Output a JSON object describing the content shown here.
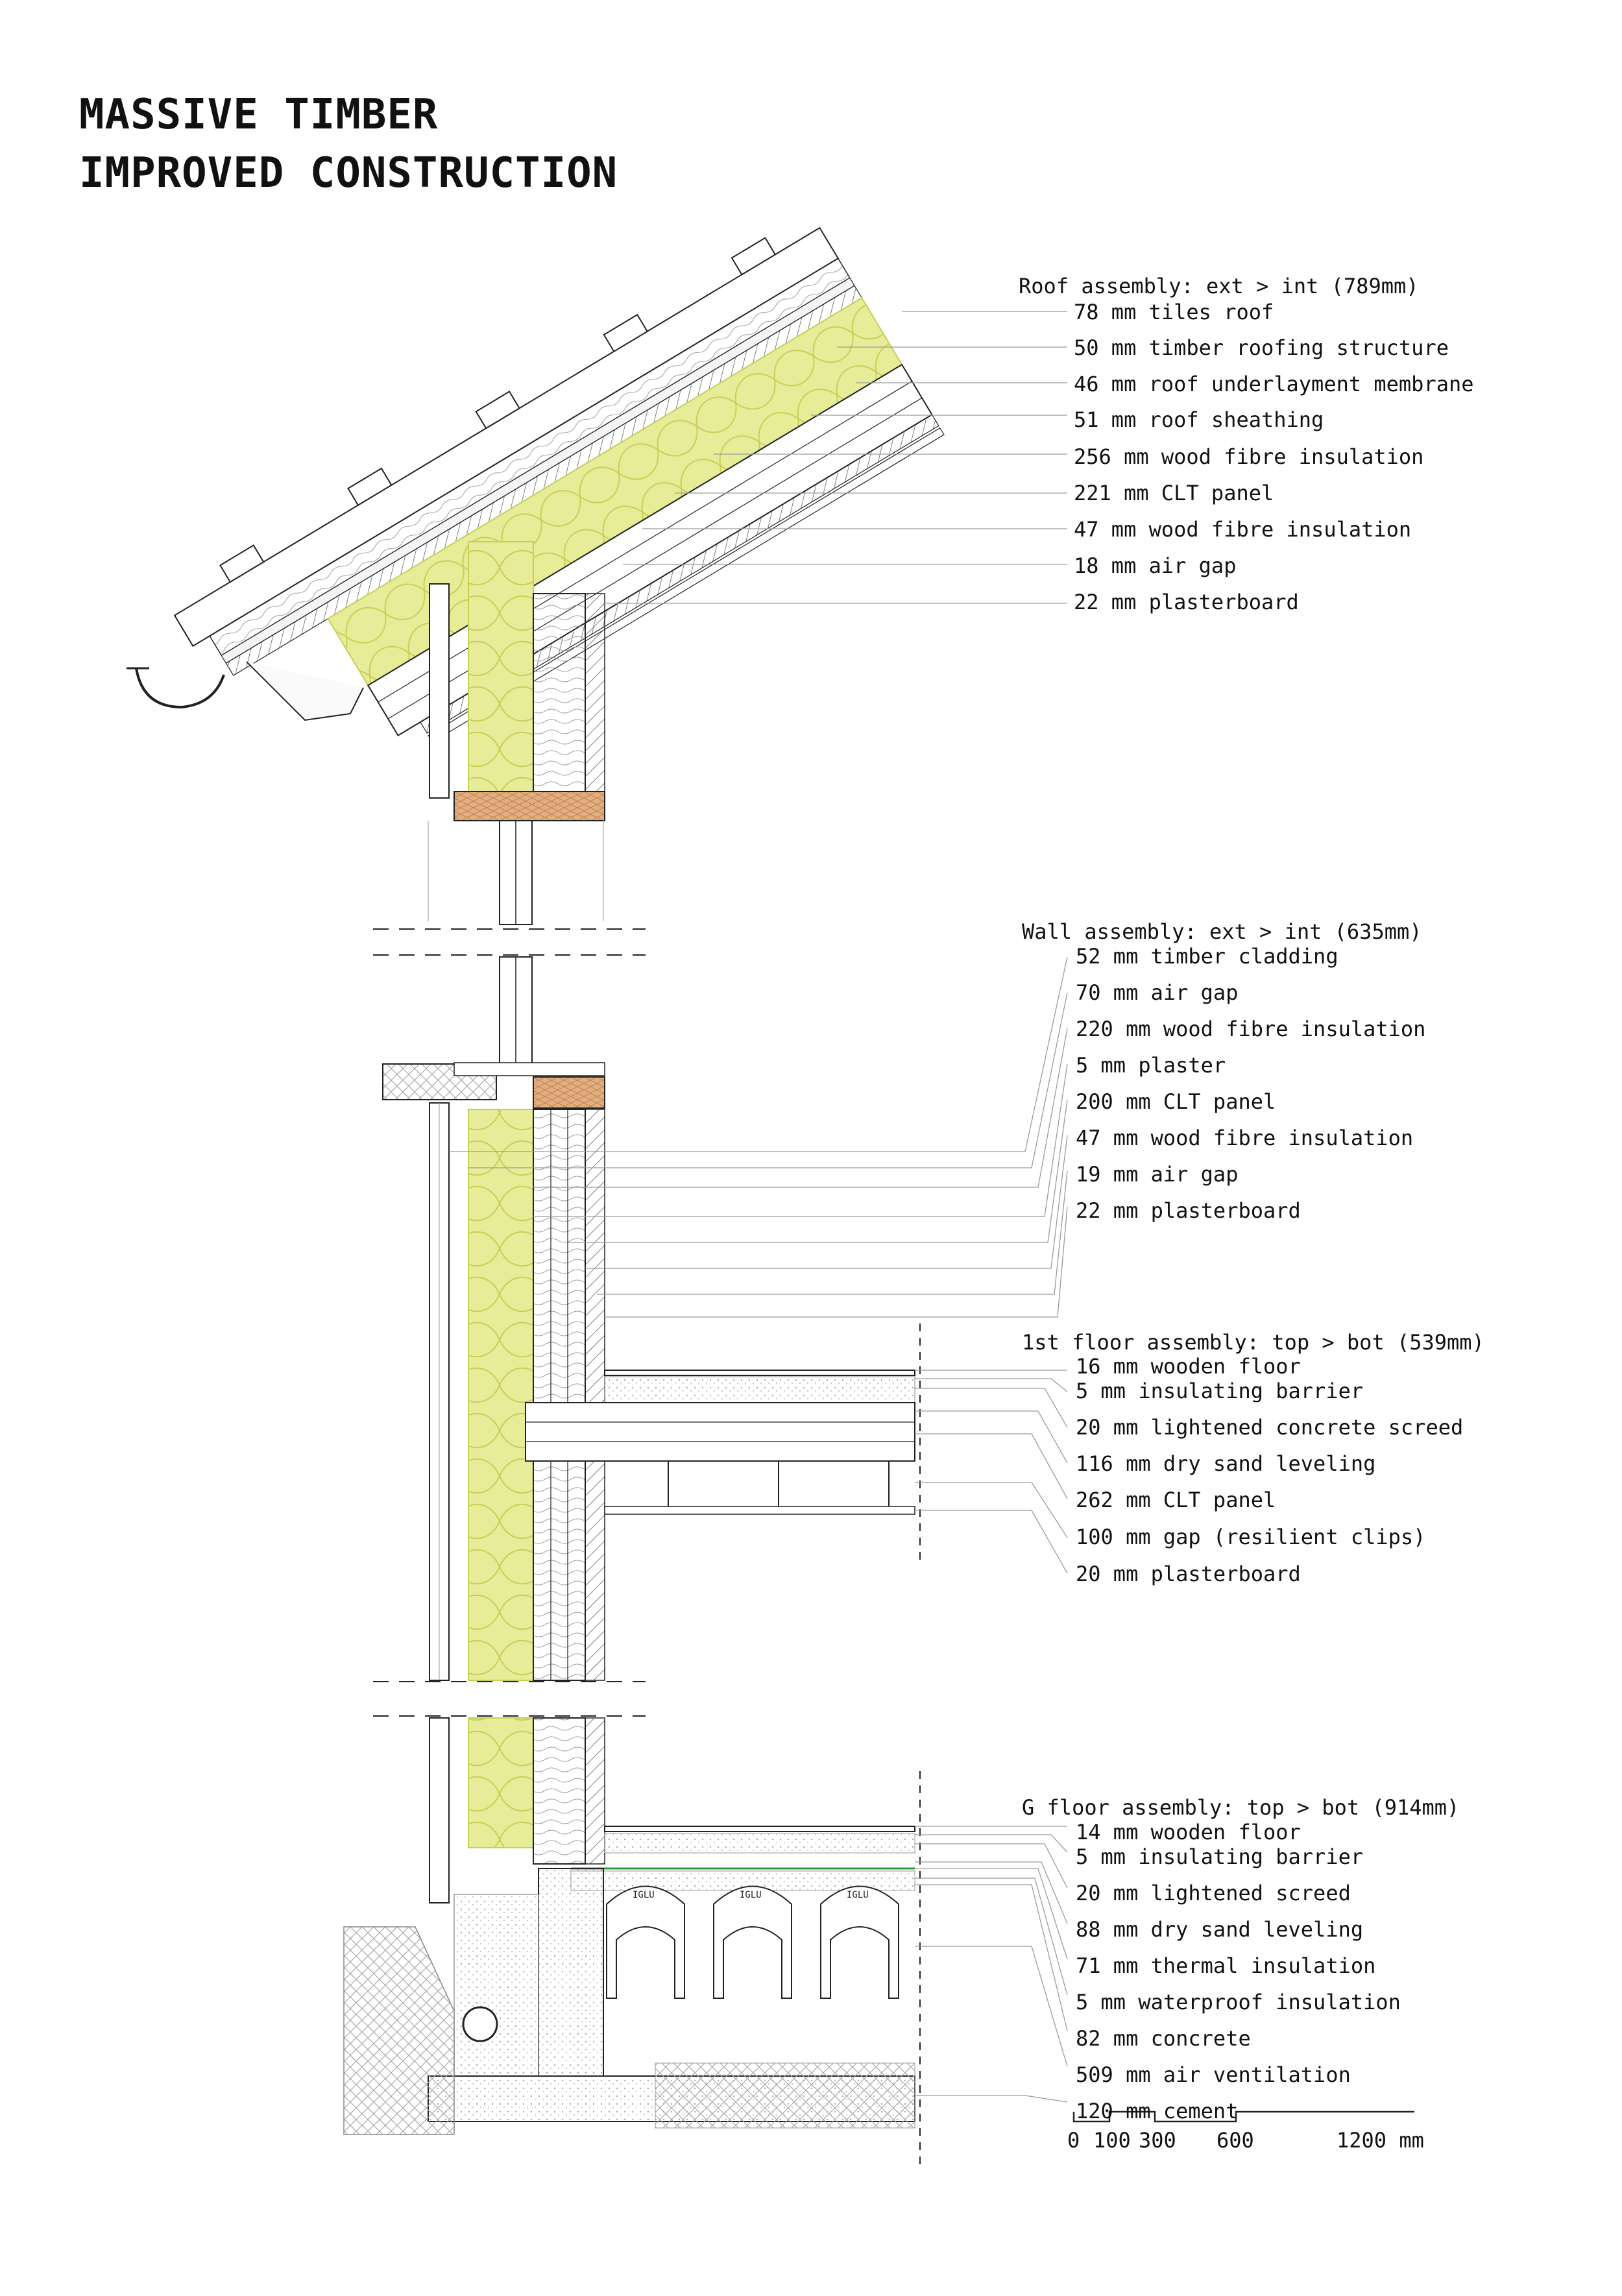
{
  "title": {
    "line1": "MASSIVE TIMBER",
    "line2": "IMPROVED CONSTRUCTION"
  },
  "roof": {
    "heading": "Roof assembly: ext > int (789mm)",
    "layers": [
      "78 mm tiles roof",
      "50 mm timber roofing structure",
      "46 mm roof underlayment membrane",
      "51 mm roof sheathing",
      "256 mm wood fibre insulation",
      "221 mm CLT panel",
      "47 mm wood fibre insulation",
      "18 mm air gap",
      "22 mm plasterboard"
    ]
  },
  "wall": {
    "heading": "Wall assembly: ext > int (635mm)",
    "layers": [
      "52 mm timber cladding",
      "70 mm air gap",
      "220 mm wood fibre insulation",
      "5 mm plaster",
      "200 mm CLT panel",
      "47 mm wood fibre insulation",
      "19 mm air gap",
      "22 mm plasterboard"
    ]
  },
  "floor1": {
    "heading": "1st floor assembly: top > bot (539mm)",
    "layers": [
      "16 mm wooden floor",
      "5 mm insulating barrier",
      "20 mm lightened concrete screed",
      "116 mm dry sand leveling",
      "262 mm CLT panel",
      "100 mm gap (resilient clips)",
      "20 mm plasterboard"
    ]
  },
  "gfloor": {
    "heading": "G floor assembly: top > bot (914mm)",
    "layers": [
      "14 mm wooden floor",
      "5 mm insulating barrier",
      "20 mm lightened screed",
      "88 mm dry sand leveling",
      "71 mm thermal insulation",
      "5 mm waterproof insulation",
      "82 mm concrete",
      "509 mm air ventilation",
      "120 mm cement"
    ]
  },
  "igloo_label": "IGLU",
  "scale": {
    "ticks": [
      "0",
      "100",
      "300",
      "600",
      "1200 mm"
    ]
  },
  "colors": {
    "insulation": "#e6ec98",
    "insulation_stroke": "#c8cf55",
    "brick": "#e2ae80",
    "membrane": "#2e9e3e",
    "line": "#222222",
    "leader": "#9a9a9a"
  }
}
